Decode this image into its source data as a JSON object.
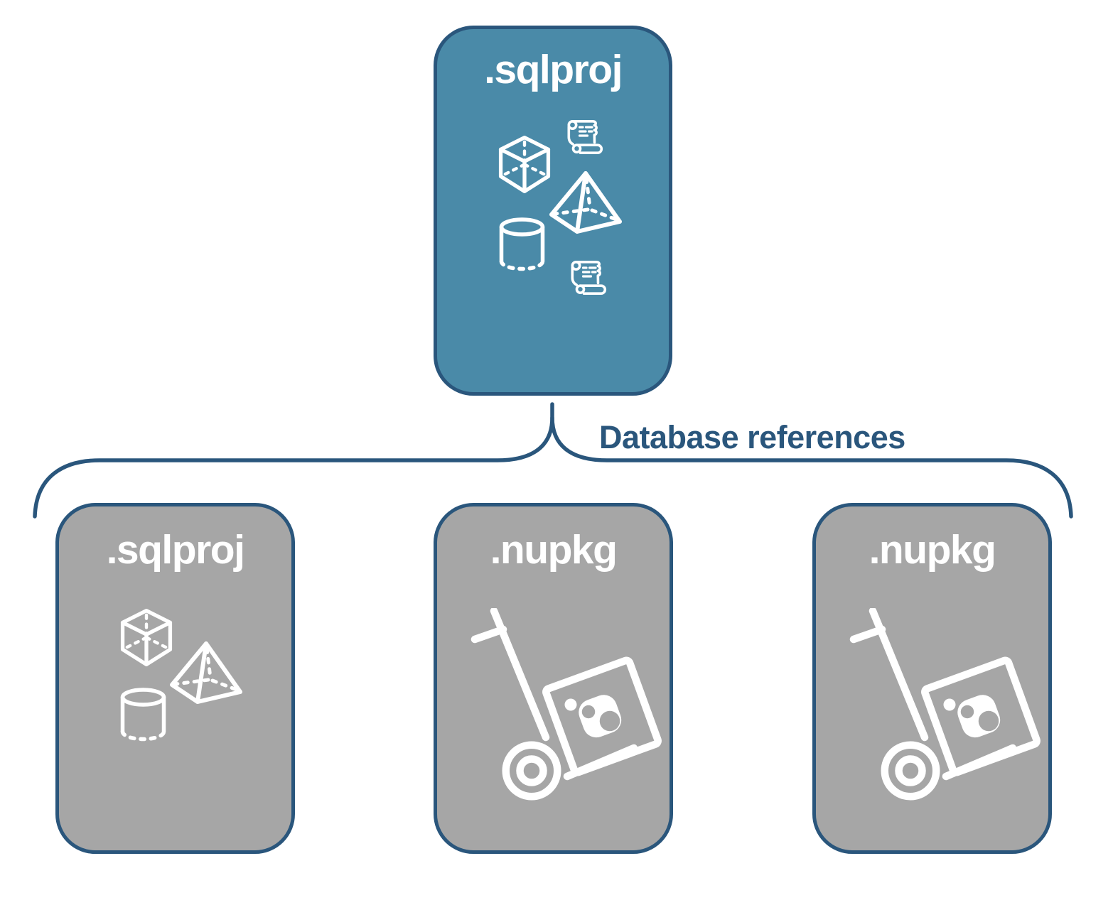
{
  "colors": {
    "parent_fill": "#4a8aa8",
    "child_fill": "#a6a6a6",
    "line": "#2a567c",
    "icon": "#ffffff",
    "background": "#ffffff"
  },
  "parent_card": {
    "label": ".sqlproj",
    "icons": [
      "scroll-icon",
      "cube-icon",
      "pyramid-icon",
      "cylinder-icon",
      "scroll-icon"
    ]
  },
  "connector": {
    "label": "Database references"
  },
  "child_cards": [
    {
      "label": ".sqlproj",
      "icons": [
        "cube-icon",
        "pyramid-icon",
        "cylinder-icon"
      ]
    },
    {
      "label": ".nupkg",
      "icons": [
        "handtruck-package-icon"
      ]
    },
    {
      "label": ".nupkg",
      "icons": [
        "handtruck-package-icon"
      ]
    }
  ]
}
